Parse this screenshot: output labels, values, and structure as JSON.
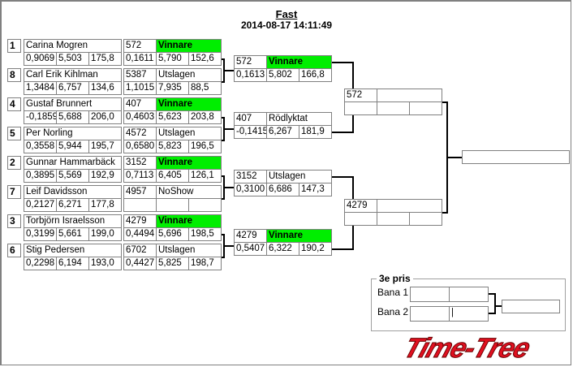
{
  "header": {
    "title": "Fast",
    "timestamp": "2014-08-17 14:11:49"
  },
  "colors": {
    "winner": "#00ee00",
    "logo": "#e01020"
  },
  "players": [
    {
      "seed": "1",
      "name": "Carina Mogren",
      "vals": [
        "0,9069",
        "5,503",
        "175,8"
      ],
      "result": {
        "id": "572",
        "status": "Vinnare",
        "winner": true,
        "vals": [
          "0,1611",
          "5,790",
          "152,6"
        ]
      }
    },
    {
      "seed": "8",
      "name": "Carl Erik Kihlman",
      "vals": [
        "1,3484",
        "6,757",
        "134,6"
      ],
      "result": {
        "id": "5387",
        "status": "Utslagen",
        "winner": false,
        "vals": [
          "1,1015",
          "7,935",
          "88,5"
        ]
      }
    },
    {
      "seed": "4",
      "name": "Gustaf  Brunnert",
      "vals": [
        "-0,1859",
        "5,688",
        "206,0"
      ],
      "result": {
        "id": "407",
        "status": "Vinnare",
        "winner": true,
        "vals": [
          "0,4603",
          "5,623",
          "203,8"
        ]
      }
    },
    {
      "seed": "5",
      "name": "Per Norling",
      "vals": [
        "0,3558",
        "5,944",
        "195,7"
      ],
      "result": {
        "id": "4572",
        "status": "Utslagen",
        "winner": false,
        "vals": [
          "0,6580",
          "5,823",
          "196,5"
        ]
      }
    },
    {
      "seed": "2",
      "name": "Gunnar Hammarbäck",
      "vals": [
        "0,3895",
        "5,569",
        "192,9"
      ],
      "result": {
        "id": "3152",
        "status": "Vinnare",
        "winner": true,
        "vals": [
          "0,7113",
          "6,405",
          "126,1"
        ]
      }
    },
    {
      "seed": "7",
      "name": "Leif Davidsson",
      "vals": [
        "0,2127",
        "6,271",
        "177,8"
      ],
      "result": {
        "id": "4957",
        "status": "NoShow",
        "winner": false,
        "vals": [
          "",
          "",
          ""
        ]
      }
    },
    {
      "seed": "3",
      "name": "Torbjörn Israelsson",
      "vals": [
        "0,3199",
        "5,661",
        "199,0"
      ],
      "result": {
        "id": "4279",
        "status": "Vinnare",
        "winner": true,
        "vals": [
          "0,4494",
          "5,696",
          "198,5"
        ]
      }
    },
    {
      "seed": "6",
      "name": "Stig Pedersen",
      "vals": [
        "0,2298",
        "6,194",
        "193,0"
      ],
      "result": {
        "id": "6702",
        "status": "Utslagen",
        "winner": false,
        "vals": [
          "0,4427",
          "5,825",
          "198,7"
        ]
      }
    }
  ],
  "round2": [
    {
      "id": "572",
      "status": "Vinnare",
      "winner": true,
      "vals": [
        "0,1613",
        "5,802",
        "166,8"
      ]
    },
    {
      "id": "407",
      "status": "Rödlyktat",
      "winner": false,
      "vals": [
        "-0,1415",
        "6,267",
        "181,9"
      ]
    },
    {
      "id": "3152",
      "status": "Utslagen",
      "winner": false,
      "vals": [
        "0,3100",
        "6,686",
        "147,3"
      ]
    },
    {
      "id": "4279",
      "status": "Vinnare",
      "winner": true,
      "vals": [
        "0,5407",
        "6,322",
        "190,2"
      ]
    }
  ],
  "round3": [
    {
      "id": "572",
      "status": "",
      "winner": false,
      "vals": [
        "",
        "",
        ""
      ]
    },
    {
      "id": "4279",
      "status": "",
      "winner": false,
      "vals": [
        "",
        "",
        ""
      ]
    }
  ],
  "final": {
    "value": ""
  },
  "third_place": {
    "label": "3e pris",
    "lane1": "Bana 1",
    "lane2": "Bana 2",
    "lane1_vals": [
      "",
      ""
    ],
    "lane2_vals": [
      "",
      "|"
    ],
    "result": ""
  },
  "logo": "Time-Tree"
}
